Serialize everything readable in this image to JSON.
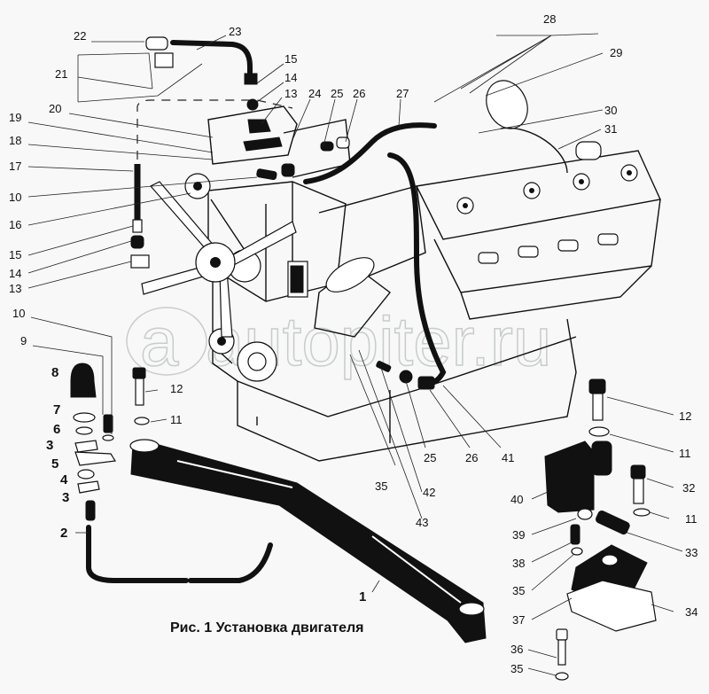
{
  "figure": {
    "caption": "Рис. 1 Установка двигателя",
    "watermark": "autopiter.ru",
    "watermark_logo": "a"
  },
  "callouts": [
    {
      "id": "c22",
      "text": "22"
    },
    {
      "id": "c23",
      "text": "23"
    },
    {
      "id": "c21",
      "text": "21"
    },
    {
      "id": "c15a",
      "text": "15"
    },
    {
      "id": "c14a",
      "text": "14"
    },
    {
      "id": "c13a",
      "text": "13"
    },
    {
      "id": "c24",
      "text": "24"
    },
    {
      "id": "c25a",
      "text": "25"
    },
    {
      "id": "c26a",
      "text": "26"
    },
    {
      "id": "c20",
      "text": "20"
    },
    {
      "id": "c19",
      "text": "19"
    },
    {
      "id": "c18",
      "text": "18"
    },
    {
      "id": "c17",
      "text": "17"
    },
    {
      "id": "c10a",
      "text": "10"
    },
    {
      "id": "c16",
      "text": "16"
    },
    {
      "id": "c15b",
      "text": "15"
    },
    {
      "id": "c14b",
      "text": "14"
    },
    {
      "id": "c13b",
      "text": "13"
    },
    {
      "id": "c28",
      "text": "28"
    },
    {
      "id": "c29",
      "text": "29"
    },
    {
      "id": "c27",
      "text": "27"
    },
    {
      "id": "c30",
      "text": "30"
    },
    {
      "id": "c31",
      "text": "31"
    },
    {
      "id": "c10b",
      "text": "10"
    },
    {
      "id": "c9",
      "text": "9"
    },
    {
      "id": "c8",
      "text": "8"
    },
    {
      "id": "c7",
      "text": "7"
    },
    {
      "id": "c6",
      "text": "6"
    },
    {
      "id": "c3a",
      "text": "3"
    },
    {
      "id": "c5",
      "text": "5"
    },
    {
      "id": "c4",
      "text": "4"
    },
    {
      "id": "c3b",
      "text": "3"
    },
    {
      "id": "c2",
      "text": "2"
    },
    {
      "id": "c12a",
      "text": "12"
    },
    {
      "id": "c11a",
      "text": "11"
    },
    {
      "id": "c35a",
      "text": "35"
    },
    {
      "id": "c42",
      "text": "42"
    },
    {
      "id": "c43",
      "text": "43"
    },
    {
      "id": "c25b",
      "text": "25"
    },
    {
      "id": "c26b",
      "text": "26"
    },
    {
      "id": "c41",
      "text": "41"
    },
    {
      "id": "c12b",
      "text": "12"
    },
    {
      "id": "c11b",
      "text": "11"
    },
    {
      "id": "c40",
      "text": "40"
    },
    {
      "id": "c32",
      "text": "32"
    },
    {
      "id": "c11c",
      "text": "11"
    },
    {
      "id": "c39",
      "text": "39"
    },
    {
      "id": "c33",
      "text": "33"
    },
    {
      "id": "c38",
      "text": "38"
    },
    {
      "id": "c35b",
      "text": "35"
    },
    {
      "id": "c37",
      "text": "37"
    },
    {
      "id": "c34",
      "text": "34"
    },
    {
      "id": "c36",
      "text": "36"
    },
    {
      "id": "c35c",
      "text": "35"
    },
    {
      "id": "c1",
      "text": "1"
    }
  ]
}
